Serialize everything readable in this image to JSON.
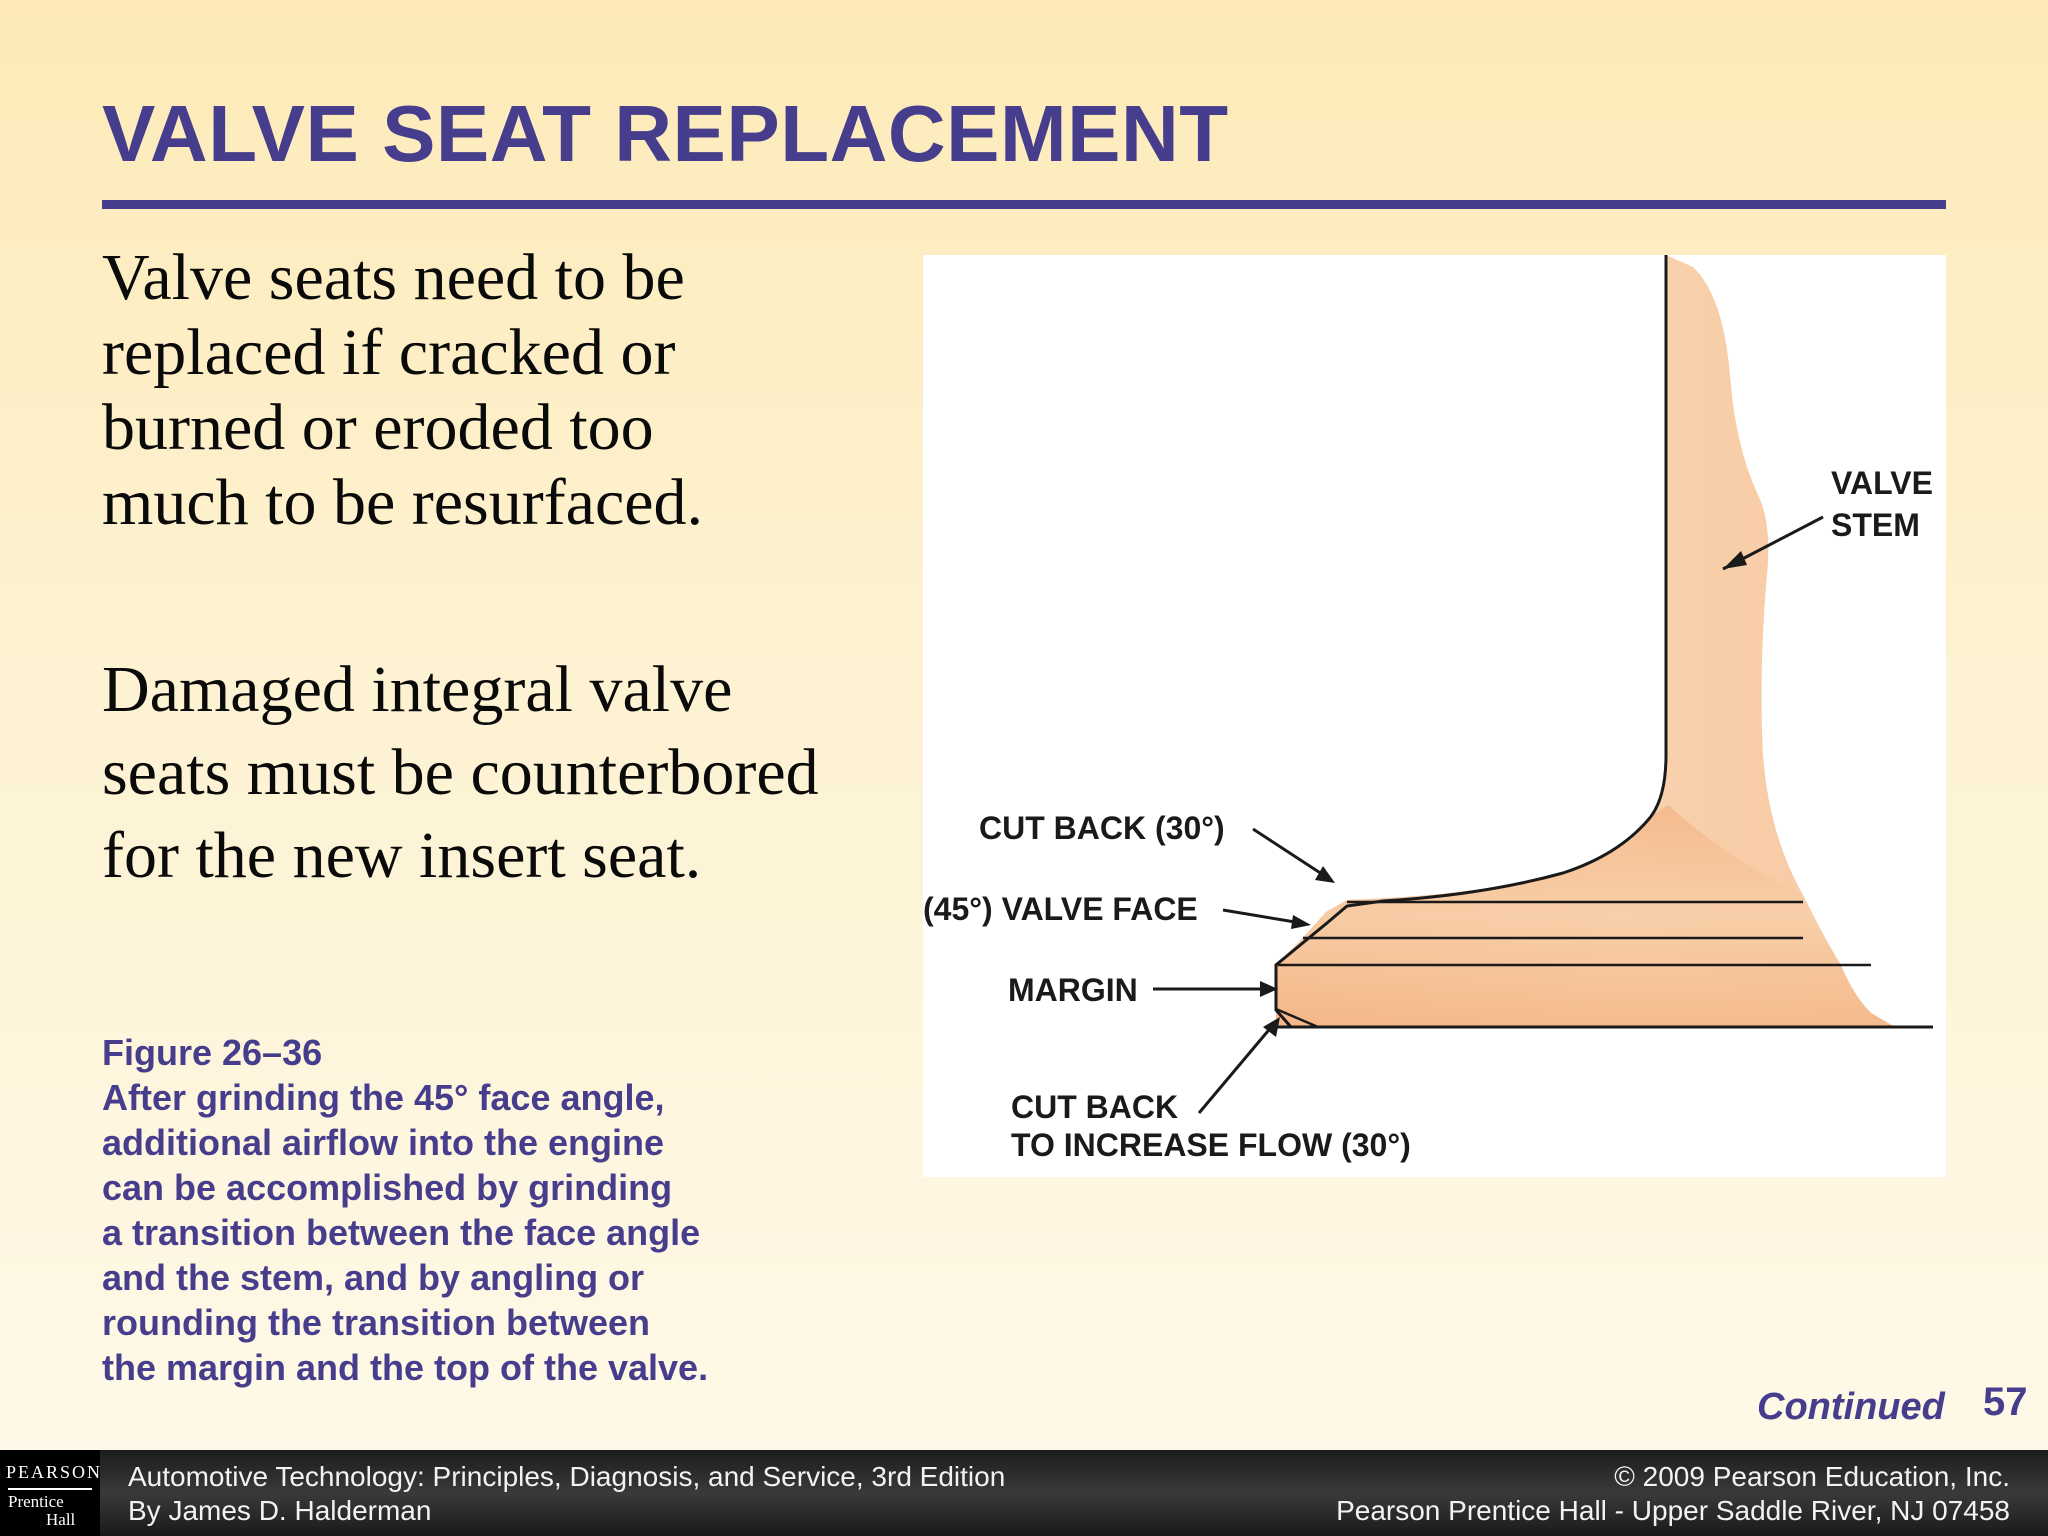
{
  "slide": {
    "title": "VALVE SEAT REPLACEMENT",
    "paragraph1_lines": [
      "Valve seats need to be",
      "replaced if cracked or",
      "burned or eroded too",
      "much to be resurfaced."
    ],
    "paragraph2_lines": [
      "Damaged integral valve",
      "seats must be counterbored",
      "for the new insert seat."
    ],
    "caption": {
      "figure_label": "Figure 26–36",
      "lines": [
        "After grinding the 45° face angle,",
        "additional airflow into the engine",
        "can be accomplished by grinding",
        "a transition between the face angle",
        "and the stem, and by angling or",
        "rounding the transition between",
        "the margin and the top of the valve."
      ]
    },
    "figure": {
      "labels": {
        "valve_stem_1": "VALVE",
        "valve_stem_2": "STEM",
        "cut_back_30": "CUT BACK (30°)",
        "valve_face_45": "(45°) VALVE FACE",
        "margin": "MARGIN",
        "cut_back_flow_1": "CUT BACK",
        "cut_back_flow_2": "TO INCREASE FLOW (30°)"
      },
      "colors": {
        "valve_fill": "#f4b98a",
        "valve_light": "#f9d3b0",
        "outline": "#1a1a1a"
      }
    },
    "continued": "Continued",
    "page_number": "57"
  },
  "footer": {
    "logo_top": "PEARSON",
    "logo_mid": "Prentice",
    "logo_bottom": "Hall",
    "book_title": "Automotive Technology: Principles, Diagnosis, and Service, 3rd Edition",
    "author": "By James D. Halderman",
    "copyright": "© 2009 Pearson Education, Inc.",
    "publisher": "Pearson Prentice Hall - Upper Saddle River, NJ 07458"
  },
  "colors": {
    "accent": "#463d8c",
    "footer_bg": "#2a2a2a"
  }
}
